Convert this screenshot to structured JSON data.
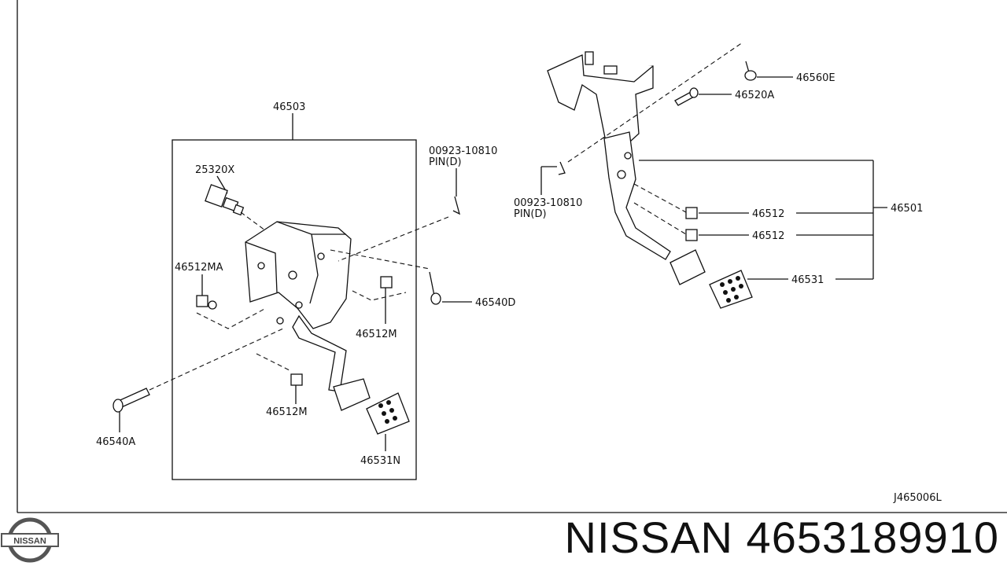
{
  "diagram": {
    "code": "J465006L",
    "left_group": {
      "assembly_label": "46503",
      "switch_label": "25320X",
      "bushing_top_label": "46512MA",
      "bushing_mid_label": "46512M",
      "bushing_low_label": "46512M",
      "bolt_label": "46540A",
      "pad_label": "46531N",
      "nut_label": "46540D"
    },
    "pin_left": {
      "line1": "00923-10810",
      "line2": "PIN(D)"
    },
    "pin_right": {
      "line1": "00923-10810",
      "line2": "PIN(D)"
    },
    "right_group": {
      "assembly_label": "46501",
      "screw_label": "46560E",
      "bolt_label": "46520A",
      "bushing_a_label": "46512",
      "bushing_b_label": "46512",
      "pad_label": "46531"
    }
  },
  "footer": {
    "brand_logo_text": "NISSAN",
    "title": "NISSAN 4653189910"
  },
  "colors": {
    "line": "#111111",
    "background": "#ffffff"
  }
}
